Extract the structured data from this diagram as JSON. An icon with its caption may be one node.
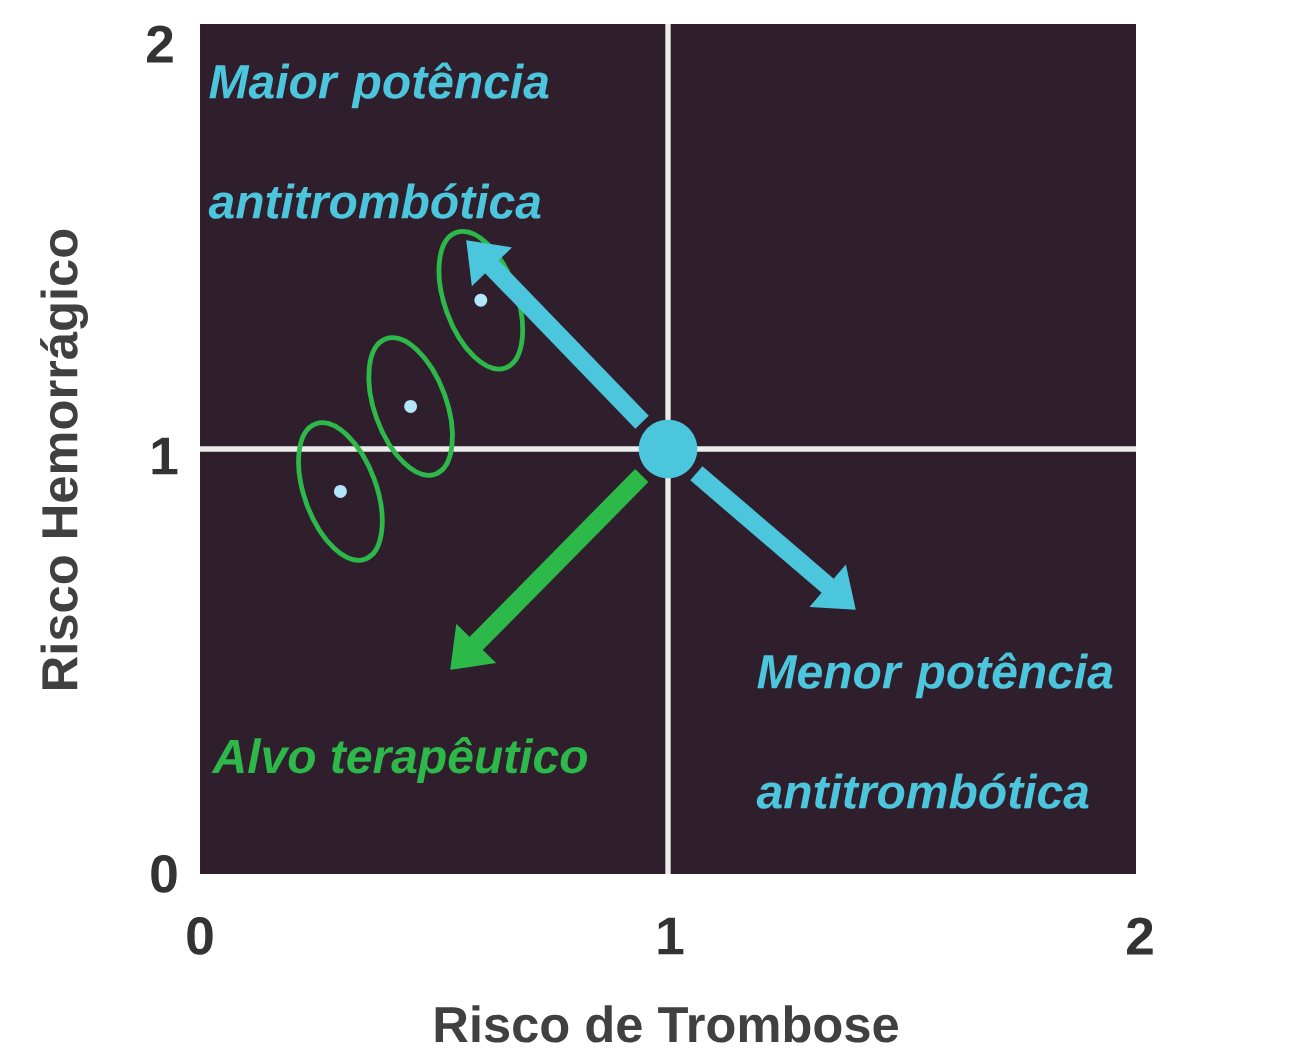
{
  "diagram": {
    "labels": [
      "2",
      "Maior potência antitrombótica",
      "Risco Hemorrágico",
      "1",
      "Menor potência antitrombótica",
      "Alvo terapêutico",
      "0",
      "0",
      "1",
      "2",
      "Risco de Trombose"
    ]
  }
}
